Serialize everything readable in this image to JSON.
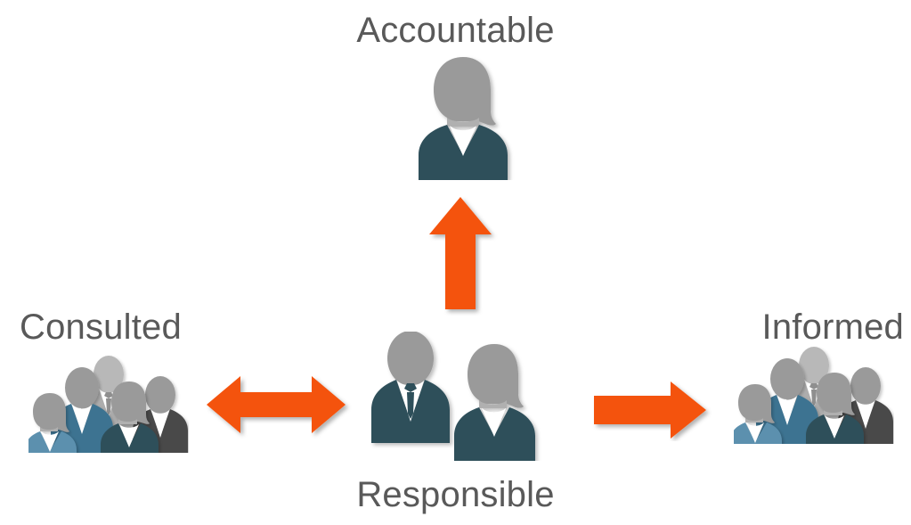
{
  "diagram": {
    "type": "raci-responsibility-assignment-matrix",
    "background_color": "#ffffff",
    "label_color": "#595959",
    "nodes": [
      {
        "id": "accountable",
        "label": "Accountable",
        "role_letter": "A",
        "position": "top-center",
        "figure": "single-woman-icon",
        "figure_count": 1
      },
      {
        "id": "responsible",
        "label": "Responsible",
        "role_letter": "R",
        "position": "center",
        "figure": "pair-man-woman-icon",
        "figure_count": 2
      },
      {
        "id": "consulted",
        "label": "Consulted",
        "role_letter": "C",
        "position": "left",
        "figure": "crowd-group-icon",
        "figure_count": 5
      },
      {
        "id": "informed",
        "label": "Informed",
        "role_letter": "I",
        "position": "right",
        "figure": "crowd-group-icon",
        "figure_count": 5
      }
    ],
    "connectors": [
      {
        "id": "responsible-to-accountable",
        "direction": "up",
        "from": "responsible",
        "to": "accountable",
        "style": "single-headed",
        "color": "#F4530B"
      },
      {
        "id": "consulted-to-responsible",
        "direction": "left-right",
        "from": "consulted",
        "to": "responsible",
        "style": "double-headed",
        "color": "#F4530B"
      },
      {
        "id": "responsible-to-informed",
        "direction": "right",
        "from": "responsible",
        "to": "informed",
        "style": "single-headed",
        "color": "#F4530B"
      }
    ]
  },
  "palette": {
    "arrow_orange": "#F4530B",
    "body_dark_teal": "#2F4F5A",
    "body_medium_blue": "#3D7391",
    "body_light_blue": "#5C90AE",
    "body_dark_gray": "#4A4A4A",
    "body_back_gray": "#ADADAD",
    "head_gray": "#9A9A9A",
    "head_back_gray": "#B8B8B8",
    "shirt_white": "#FFFFFF",
    "label_gray": "#595959"
  }
}
